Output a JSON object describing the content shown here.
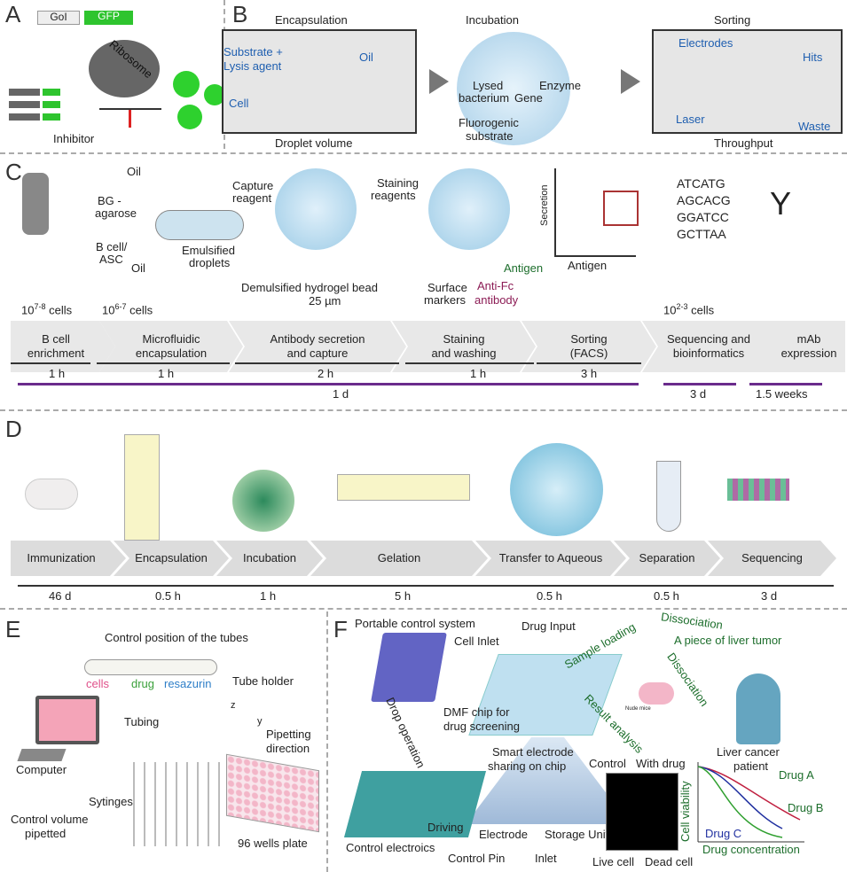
{
  "panels": {
    "a": "A",
    "b": "B",
    "c": "C",
    "d": "D",
    "e": "E",
    "f": "F"
  },
  "a": {
    "goi": "GoI",
    "gfp": "GFP",
    "ribosome": "Ribosome",
    "inhibitor": "Inhibitor"
  },
  "b": {
    "encapsulation": "Encapsulation",
    "incubation": "Incubation",
    "sorting": "Sorting",
    "substrate": "Substrate +",
    "lysis": "Lysis agent",
    "oil": "Oil",
    "cell": "Cell",
    "droplet_volume": "Droplet volume",
    "lysed": "Lysed",
    "bacterium": "bacterium",
    "gene": "Gene",
    "enzyme": "Enzyme",
    "fluorogenic": "Fluorogenic",
    "substrate2": "substrate",
    "electrodes": "Electrodes",
    "hits": "Hits",
    "laser": "Laser",
    "waste": "Waste",
    "throughput": "Throughput"
  },
  "c": {
    "bg": "BG -",
    "agarose": "agarose",
    "oil_top": "Oil",
    "oil_bottom": "Oil",
    "bcell": "B cell/",
    "asc": "ASC",
    "emulsified": "Emulsified",
    "droplets": "droplets",
    "capture": "Capture",
    "reagent": "reagent",
    "staining": "Staining",
    "reagents": "reagents",
    "bead": "Demulsified hydrogel bead",
    "bead_size": "25 µm",
    "surface": "Surface",
    "markers": "markers",
    "antifc": "Anti-Fc",
    "antibody": "antibody",
    "antigen": "Antigen",
    "secretion": "Secretion",
    "antigen_axis": "Antigen",
    "seq": [
      "ATCATG",
      "AGCACG",
      "GGATCC",
      "GCTTAA"
    ],
    "counts": [
      {
        "base": "10",
        "exp": "7-8",
        "unit": "cells"
      },
      {
        "base": "10",
        "exp": "6-7",
        "unit": "cells"
      },
      {
        "base": "10",
        "exp": "2-3",
        "unit": "cells"
      }
    ],
    "steps": [
      [
        "B cell",
        "enrichment"
      ],
      [
        "Microfluidic",
        "encapsulation"
      ],
      [
        "Antibody secretion",
        "and capture"
      ],
      [
        "Staining",
        "and washing"
      ],
      [
        "Sorting",
        "(FACS)"
      ],
      [
        "Sequencing and",
        "bioinformatics"
      ],
      [
        "mAb",
        "expression"
      ]
    ],
    "durations": [
      "1 h",
      "1 h",
      "2 h",
      "1 h",
      "3 h"
    ],
    "totals": [
      "1 d",
      "3 d",
      "1.5 weeks"
    ]
  },
  "d": {
    "steps": [
      "Immunization",
      "Encapsulation",
      "Incubation",
      "Gelation",
      "Transfer to Aqueous",
      "Separation",
      "Sequencing"
    ],
    "durations": [
      "46 d",
      "0.5 h",
      "1 h",
      "5 h",
      "0.5 h",
      "0.5 h",
      "3 d"
    ]
  },
  "e": {
    "control_position": "Control position of the tubes",
    "cells": "cells",
    "drug": "drug",
    "resazurin": "resazurin",
    "tube_holder": "Tube holder",
    "tubing": "Tubing",
    "pipetting": "Pipetting",
    "direction": "direction",
    "computer": "Computer",
    "syringes": "Sytinges",
    "control_volume": "Control volume",
    "pipetted": "pipetted",
    "plate": "96  wells plate",
    "z": "z",
    "y": "y"
  },
  "f": {
    "portable": "Portable control system",
    "drug_input": "Drug Input",
    "cell_inlet": "Cell Inlet",
    "sample_loading": "Sample loading",
    "dissociation1": "Dissociation",
    "dissociation2": "Dissociation",
    "liver_piece": "A piece of liver tumor",
    "nude_mice": "Nude mice",
    "dmf1": "DMF chip for",
    "dmf2": "drug screening",
    "drop_operation": "Drop operation",
    "result_analysis": "Result analysis",
    "smart1": "Smart electrode",
    "smart2": "sharing on chip",
    "patient1": "Liver cancer",
    "patient2": "patient",
    "control": "Control",
    "with_drug": "With drug",
    "drug_a": "Drug A",
    "drug_b": "Drug B",
    "drug_c": "Drug C",
    "cell_viability": "Cell viability",
    "drug_conc": "Drug concentration",
    "driving": "Driving",
    "electrode": "Electrode",
    "storage": "Storage Unit",
    "control_electronics": "Control electroics",
    "control_pin": "Control Pin",
    "inlet": "Inlet",
    "live": "Live cell",
    "dead": "Dead cell"
  }
}
